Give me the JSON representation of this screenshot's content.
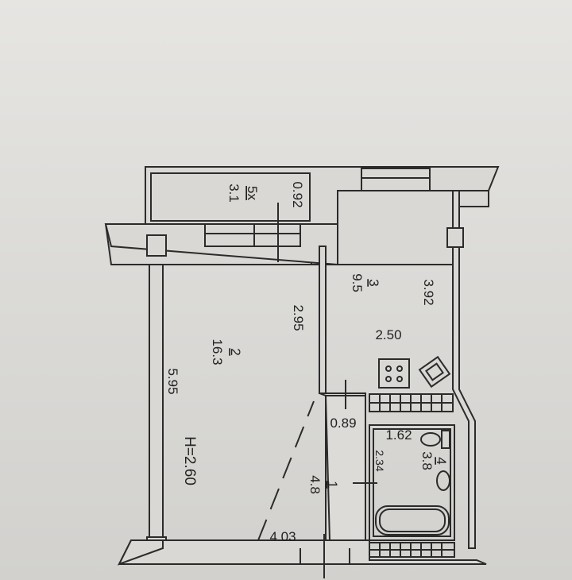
{
  "rooms": [
    {
      "number": "5x",
      "area": "3.1"
    },
    {
      "number": "3",
      "area": "9.5"
    },
    {
      "number": "2",
      "area": "16.3"
    },
    {
      "number": "1",
      "area": "4.8"
    },
    {
      "number": "4",
      "area": "3.8"
    }
  ],
  "dimensions": {
    "balcony_depth": "0.92",
    "kitchen_length": "3.92",
    "kitchen_width": "2.50",
    "living_partition": "2.95",
    "living_length": "5.95",
    "hall_width": "0.89",
    "bath_width": "1.62",
    "bath_length": "2.34",
    "bottom_width": "4.03"
  },
  "ceiling_height": "H=2.60"
}
